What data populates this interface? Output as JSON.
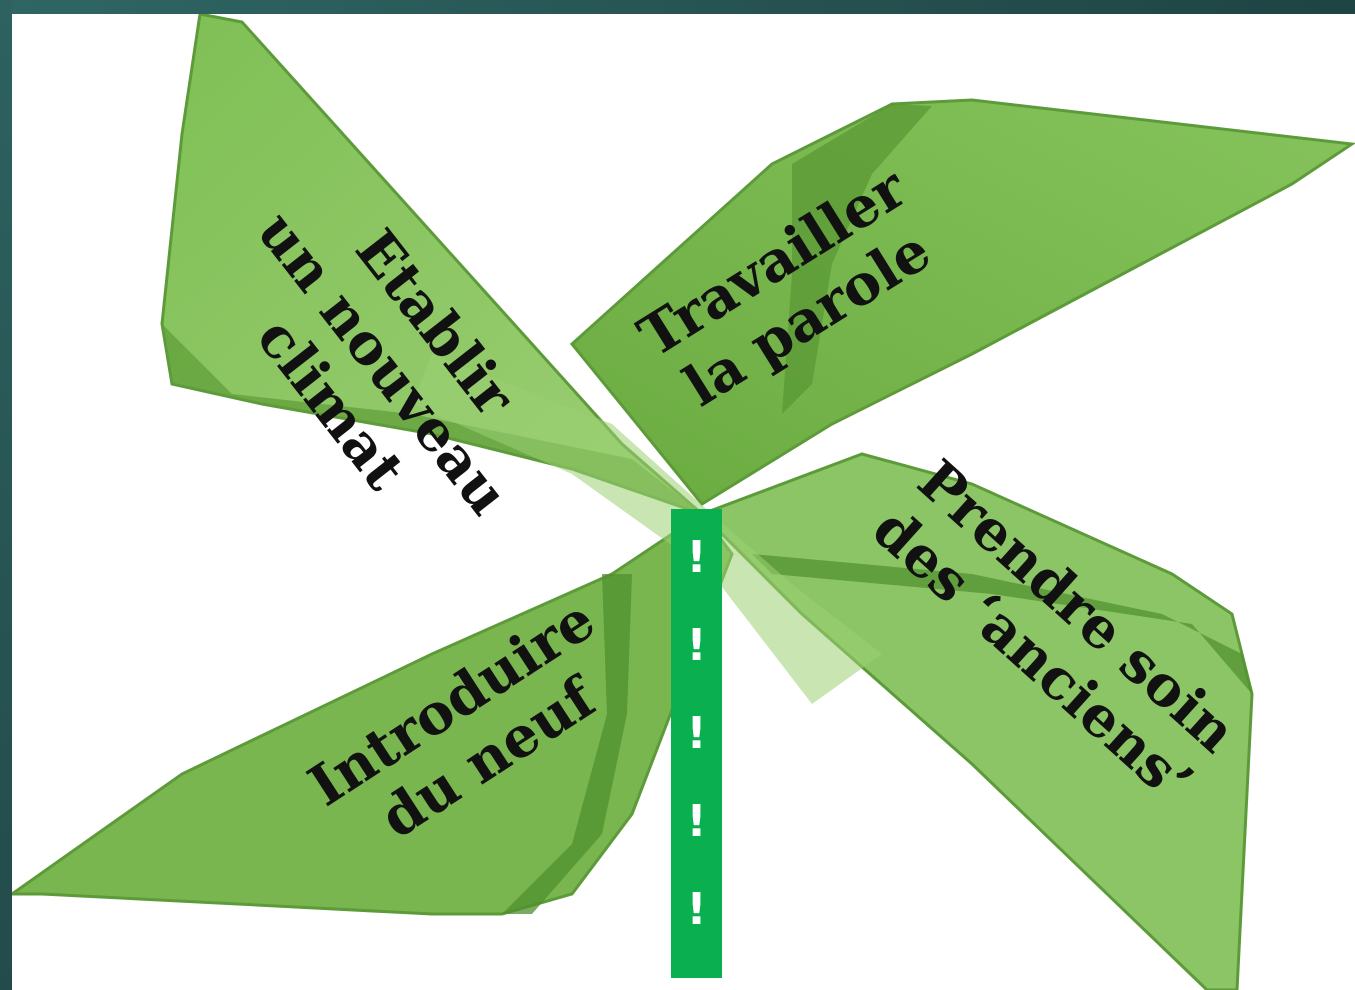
{
  "petals": {
    "top_left": [
      "Etablir",
      "un nouveau",
      "climat"
    ],
    "top_right": [
      "Travailler",
      "la parole"
    ],
    "bottom_right": [
      "Prendre soin",
      "des ‘anciens’"
    ],
    "bottom_left": [
      "Introduire",
      "du neuf"
    ]
  },
  "bar": {
    "marks": [
      "!",
      "!",
      "!",
      "!",
      "!"
    ],
    "color": "#0aaf4f"
  },
  "colors": {
    "leaf_light": "#8cc565",
    "leaf_mid": "#72b048",
    "leaf_dark": "#4f8f2e",
    "frame": "#2e5f5f"
  }
}
